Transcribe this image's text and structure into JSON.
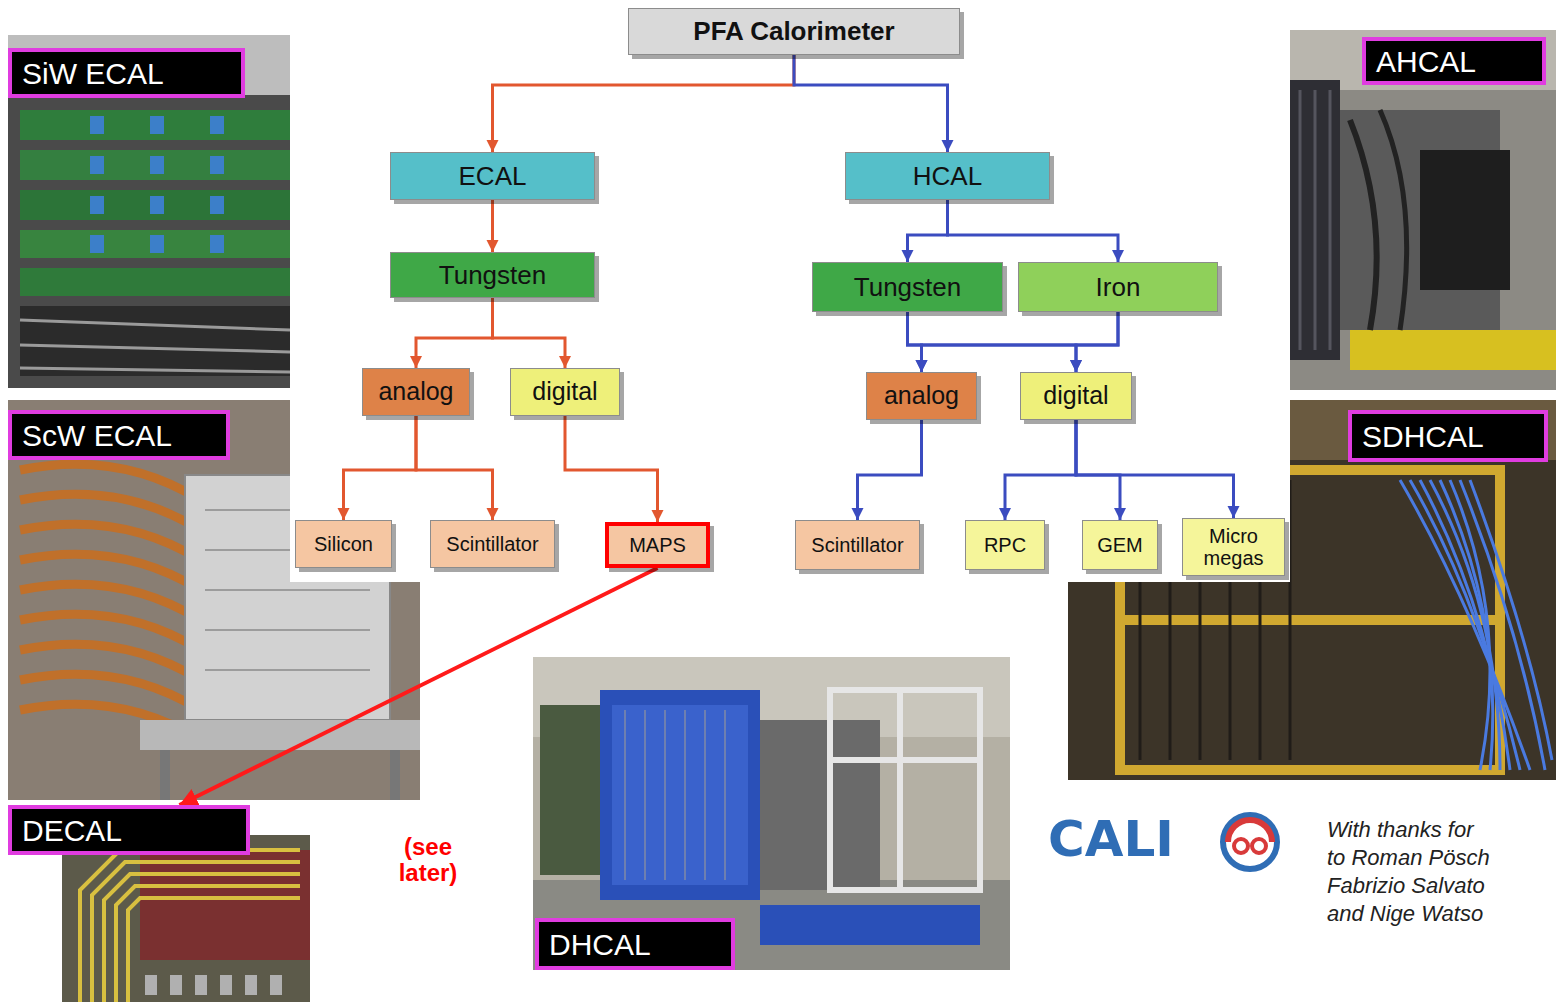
{
  "diagram": {
    "nodes": [
      {
        "text": [
          "PFA Calorimeter"
        ]
      },
      {
        "text": [
          "ECAL"
        ]
      },
      {
        "text": [
          "HCAL"
        ]
      },
      {
        "text": [
          "Tungsten"
        ]
      },
      {
        "text": [
          "Tungsten"
        ]
      },
      {
        "text": [
          "Iron"
        ]
      },
      {
        "text": [
          "analog"
        ]
      },
      {
        "text": [
          "digital"
        ]
      },
      {
        "text": [
          "analog"
        ]
      },
      {
        "text": [
          "digital"
        ]
      },
      {
        "text": [
          "Silicon"
        ]
      },
      {
        "text": [
          "Scintillator"
        ]
      },
      {
        "text": [
          "MAPS"
        ]
      },
      {
        "text": [
          "Scintillator"
        ]
      },
      {
        "text": [
          "RPC"
        ]
      },
      {
        "text": [
          "GEM"
        ]
      },
      {
        "text": [
          "Micro megas"
        ]
      },
      {
        "text": [
          "SiW ECAL"
        ]
      },
      {
        "text": [
          "ScW ECAL"
        ]
      },
      {
        "text": [
          "DECAL"
        ]
      },
      {
        "text": [
          "DHCAL"
        ]
      },
      {
        "text": [
          "AHCAL"
        ]
      },
      {
        "text": [
          "SDHCAL"
        ]
      }
    ],
    "edges": [
      {
        "from": 0,
        "to": 1,
        "arrow": "to"
      },
      {
        "from": 0,
        "to": 2,
        "arrow": "to"
      },
      {
        "from": 1,
        "to": 3,
        "arrow": "to"
      },
      {
        "from": 2,
        "to": 4,
        "arrow": "to"
      },
      {
        "from": 2,
        "to": 5,
        "arrow": "to"
      },
      {
        "from": 3,
        "to": 6,
        "arrow": "to"
      },
      {
        "from": 3,
        "to": 7,
        "arrow": "to"
      },
      {
        "from": 4,
        "to": 8,
        "arrow": "to"
      },
      {
        "from": 4,
        "to": 9,
        "arrow": "to"
      },
      {
        "from": 5,
        "to": 8,
        "arrow": "to"
      },
      {
        "from": 5,
        "to": 9,
        "arrow": "to"
      },
      {
        "from": 6,
        "to": 10,
        "arrow": "to"
      },
      {
        "from": 6,
        "to": 11,
        "arrow": "to"
      },
      {
        "from": 7,
        "to": 12,
        "arrow": "to"
      },
      {
        "from": 8,
        "to": 13,
        "arrow": "to"
      },
      {
        "from": 9,
        "to": 14,
        "arrow": "to"
      },
      {
        "from": 9,
        "to": 15,
        "arrow": "to"
      },
      {
        "from": 9,
        "to": 16,
        "arrow": "to"
      },
      {
        "from": 12,
        "to": 19,
        "arrow": "to"
      }
    ],
    "labels": [
      "(see later)",
      "CALI",
      "With thanks for",
      "to Roman Pösch",
      "Fabrizio Salvato",
      "and Nige Watso"
    ]
  }
}
